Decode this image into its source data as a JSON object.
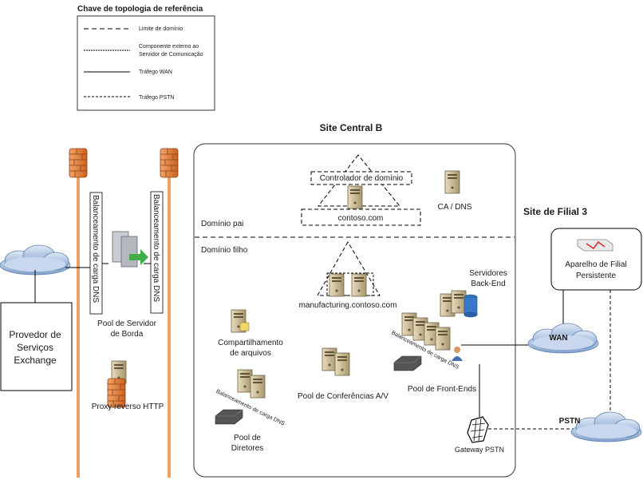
{
  "legend": {
    "title": "Chave de topologia de referência",
    "items": [
      {
        "lines": [
          "Limite de domínio"
        ]
      },
      {
        "lines": [
          "Componente externo ao",
          "Servidor de Comunicação"
        ]
      },
      {
        "lines": [
          "Tráfego WAN"
        ]
      },
      {
        "lines": [
          "Tráfego PSTN"
        ]
      }
    ]
  },
  "central_site": {
    "title": "Site Central B",
    "parent_domain": "Domínio pai",
    "child_domain": "Domínio filho",
    "domain_controller": "Controlador de domínio",
    "parent_fqdn": "contoso.com",
    "ca_dns": "CA / DNS",
    "child_fqdn": "manufacturing.contoso.com",
    "file_share": [
      "Compartilhamento",
      "de arquivos"
    ],
    "backend": [
      "Servidores",
      "Back-End"
    ],
    "av_pool": "Pool de Conferências A/V",
    "frontend_pool": "Pool de Front-Ends",
    "frontend_lb": "Balanceamento de carga DNS",
    "director_pool": [
      "Pool de",
      "Diretores"
    ],
    "director_lb": "Balanceamento de carga DNS",
    "pstn_gateway": "Gateway PSTN"
  },
  "perimeter": {
    "lb_left": "Balanceamento de carga DNS",
    "lb_right": "Balanceamento de carga DNS",
    "edge_pool": [
      "Pool de Servidor",
      "de Borda"
    ],
    "reverse_proxy": "Proxy reverso HTTP"
  },
  "exchange_provider": [
    "Provedor de",
    "Serviços",
    "Exchange"
  ],
  "branch": {
    "title": "Site de Filial 3",
    "appliance": [
      "Aparelho de Filial",
      "Persistente"
    ]
  },
  "clouds": {
    "wan": "WAN",
    "pstn": "PSTN"
  },
  "colors": {
    "firewall": "#e8823a",
    "pole": "#f0a060",
    "cloud": "#8eaed6",
    "server": "#c8b890"
  }
}
